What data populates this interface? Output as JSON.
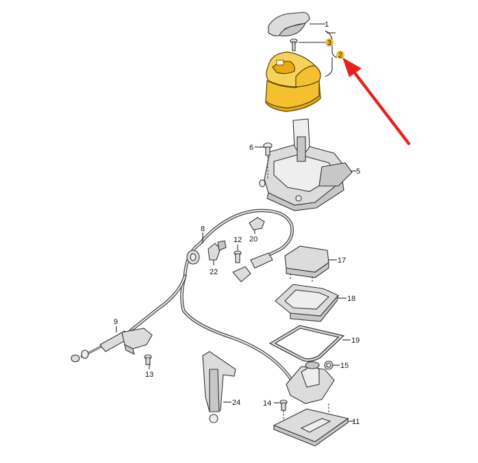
{
  "diagram": {
    "callouts": [
      {
        "id": "p1",
        "label": "1"
      },
      {
        "id": "p2",
        "label": "2"
      },
      {
        "id": "p3",
        "label": "3"
      },
      {
        "id": "p5",
        "label": "5"
      },
      {
        "id": "p6",
        "label": "6"
      },
      {
        "id": "p8",
        "label": "8"
      },
      {
        "id": "p9",
        "label": "9"
      },
      {
        "id": "p11",
        "label": "11"
      },
      {
        "id": "p12",
        "label": "12"
      },
      {
        "id": "p13",
        "label": "13"
      },
      {
        "id": "p14",
        "label": "14"
      },
      {
        "id": "p15",
        "label": "15"
      },
      {
        "id": "p17",
        "label": "17"
      },
      {
        "id": "p18",
        "label": "18"
      },
      {
        "id": "p19",
        "label": "19"
      },
      {
        "id": "p20",
        "label": "20"
      },
      {
        "id": "p22",
        "label": "22"
      },
      {
        "id": "p24",
        "label": "24"
      }
    ],
    "highlighted_parts": [
      "2",
      "3"
    ],
    "colors": {
      "highlight": "#f3c02f",
      "arrow": "#e8231f",
      "parts": "#dcdcdc"
    }
  }
}
